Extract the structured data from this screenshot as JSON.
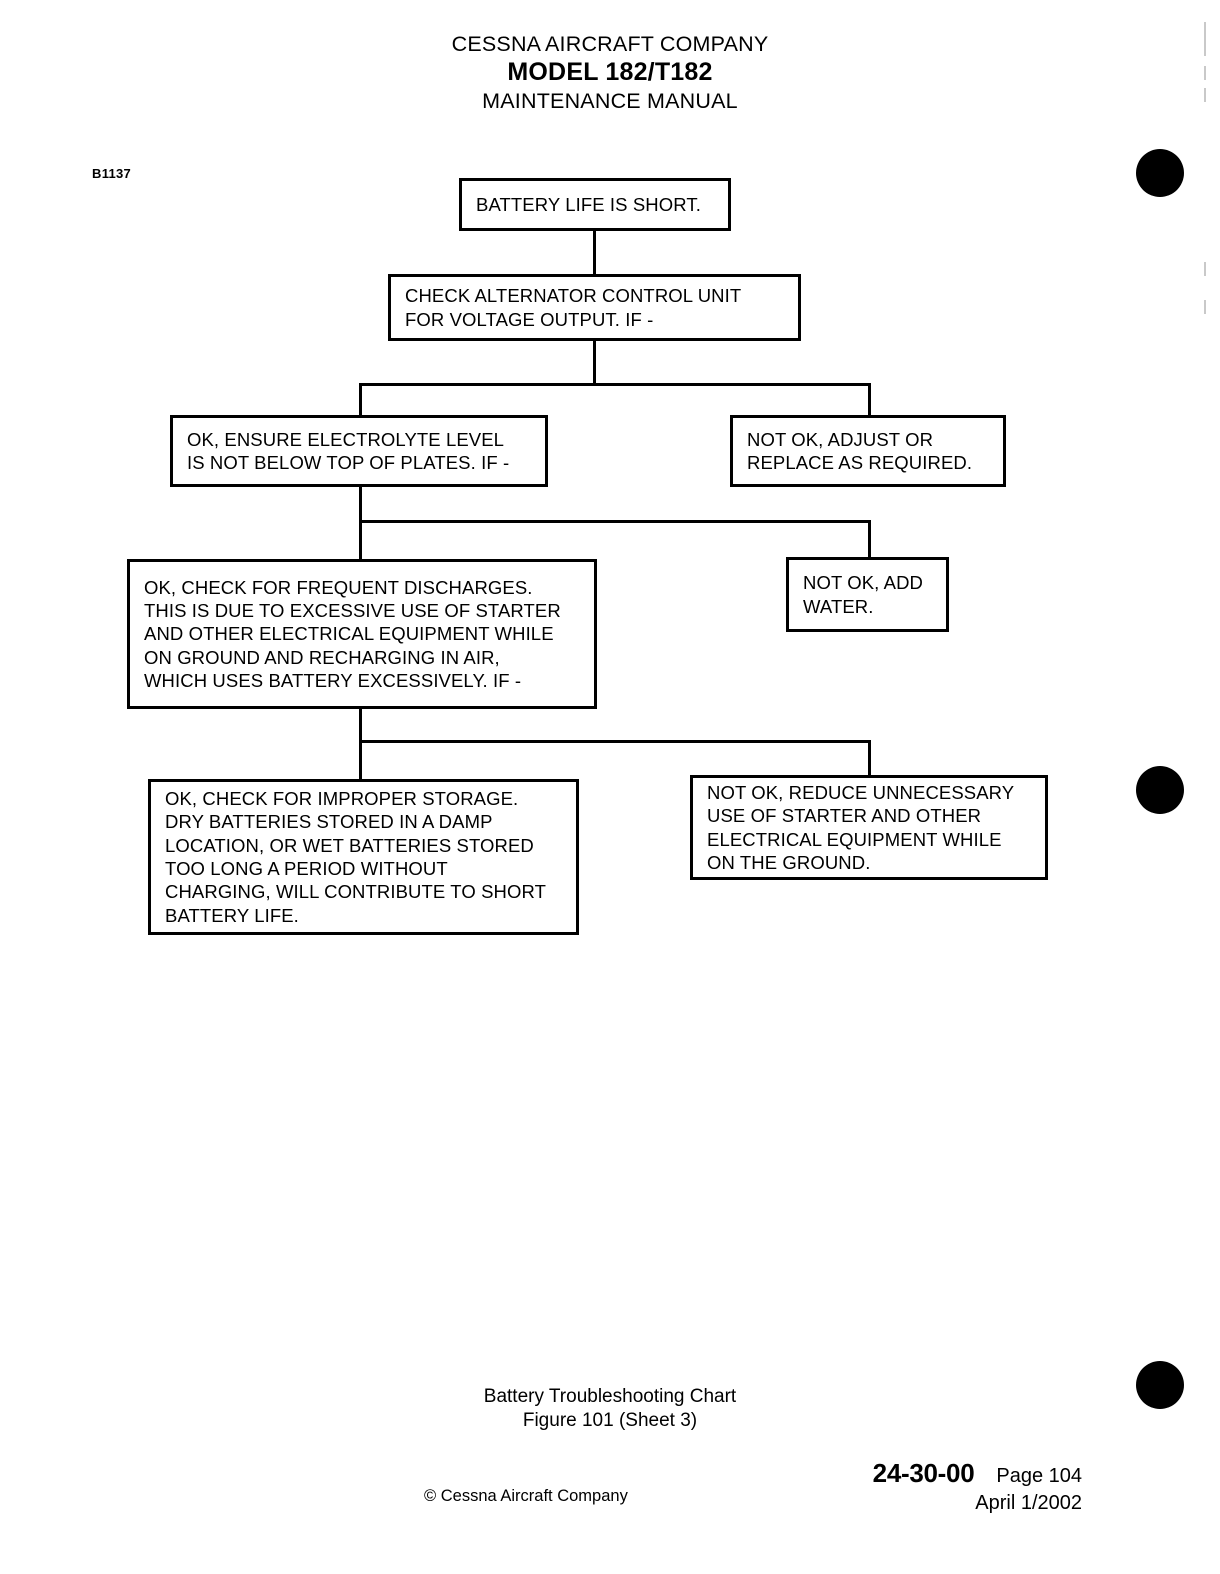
{
  "header": {
    "company": "CESSNA AIRCRAFT COMPANY",
    "model": "MODEL 182/T182",
    "manual": "MAINTENANCE MANUAL"
  },
  "figure_id": "B1137",
  "chart_data": {
    "type": "diagram",
    "title": "Battery Troubleshooting Chart",
    "nodes": [
      {
        "id": "symptom",
        "text": "BATTERY LIFE IS SHORT.",
        "role": "symptom"
      },
      {
        "id": "check-acu",
        "text": "CHECK ALTERNATOR CONTROL UNIT\nFOR VOLTAGE OUTPUT.  IF -",
        "role": "check"
      },
      {
        "id": "ok-electro",
        "text": "OK, ENSURE ELECTROLYTE LEVEL\nIS NOT BELOW TOP OF PLATES.  IF -",
        "role": "ok-branch"
      },
      {
        "id": "notok-adjust",
        "text": "NOT OK, ADJUST OR\nREPLACE AS REQUIRED.",
        "role": "not-ok-branch"
      },
      {
        "id": "ok-discharge",
        "text": "OK, CHECK FOR FREQUENT DISCHARGES.\nTHIS IS DUE TO EXCESSIVE USE OF STARTER\nAND OTHER ELECTRICAL EQUIPMENT WHILE\nON GROUND AND RECHARGING IN AIR,\nWHICH USES BATTERY EXCESSIVELY.  IF -",
        "role": "ok-branch"
      },
      {
        "id": "notok-water",
        "text": "NOT OK, ADD\nWATER.",
        "role": "not-ok-branch"
      },
      {
        "id": "ok-storage",
        "text": "OK, CHECK FOR IMPROPER STORAGE.\nDRY BATTERIES STORED IN A DAMP\nLOCATION, OR WET BATTERIES STORED\nTOO LONG A PERIOD WITHOUT\nCHARGING, WILL CONTRIBUTE TO SHORT\nBATTERY LIFE.",
        "role": "ok-branch"
      },
      {
        "id": "notok-reduce",
        "text": "NOT OK, REDUCE UNNECESSARY\nUSE OF STARTER AND OTHER\nELECTRICAL EQUIPMENT WHILE\nON THE GROUND.",
        "role": "not-ok-branch"
      }
    ],
    "edges": [
      {
        "from": "symptom",
        "to": "check-acu"
      },
      {
        "from": "check-acu",
        "to": "ok-electro"
      },
      {
        "from": "check-acu",
        "to": "notok-adjust"
      },
      {
        "from": "ok-electro",
        "to": "ok-discharge"
      },
      {
        "from": "ok-electro",
        "to": "notok-water"
      },
      {
        "from": "ok-discharge",
        "to": "ok-storage"
      },
      {
        "from": "ok-discharge",
        "to": "notok-reduce"
      }
    ]
  },
  "caption": {
    "line1": "Battery Troubleshooting Chart",
    "line2": "Figure 101 (Sheet 3)"
  },
  "footer": {
    "copyright": "© Cessna Aircraft Company",
    "ata_number": "24-30-00",
    "page": "Page 104",
    "date": "April 1/2002"
  },
  "colors": {
    "ink": "#000000",
    "paper": "#ffffff"
  }
}
